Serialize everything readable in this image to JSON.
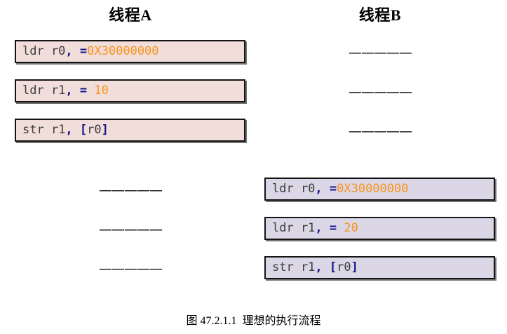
{
  "figure": {
    "caption": "图 47.2.1.1  理想的执行流程",
    "background": "#ffffff"
  },
  "colors": {
    "thread_a_box": "#f1ddd9",
    "thread_b_box": "#dcd7e6",
    "box_border": "#141414",
    "code_text": "#3d3d3d",
    "punctuation": "#14148c",
    "number": "#f7941e",
    "dash": "#111111"
  },
  "columns": [
    {
      "id": "thread-a",
      "header": "线程A"
    },
    {
      "id": "thread-b",
      "header": "线程B"
    }
  ],
  "dash_placeholder": "—————",
  "rows": [
    {
      "index": 0,
      "left": {
        "kind": "code",
        "text": "ldr r0, =0X30000000",
        "tokens": [
          {
            "t": "ldr r0",
            "c": "mnemonic"
          },
          {
            "t": ",",
            "c": "punct"
          },
          {
            "t": " ",
            "c": "mnemonic"
          },
          {
            "t": "=",
            "c": "eq"
          },
          {
            "t": "0X30000000",
            "c": "num"
          }
        ]
      },
      "right": {
        "kind": "dash",
        "text": "—————"
      }
    },
    {
      "index": 1,
      "left": {
        "kind": "code",
        "text": "ldr r1, = 10",
        "tokens": [
          {
            "t": "ldr r1",
            "c": "mnemonic"
          },
          {
            "t": ",",
            "c": "punct"
          },
          {
            "t": " ",
            "c": "mnemonic"
          },
          {
            "t": "=",
            "c": "eq"
          },
          {
            "t": " ",
            "c": "mnemonic"
          },
          {
            "t": "10",
            "c": "num"
          }
        ]
      },
      "right": {
        "kind": "dash",
        "text": "—————"
      }
    },
    {
      "index": 2,
      "left": {
        "kind": "code",
        "text": "str r1, [r0]",
        "tokens": [
          {
            "t": "str r1",
            "c": "mnemonic"
          },
          {
            "t": ",",
            "c": "punct"
          },
          {
            "t": " ",
            "c": "mnemonic"
          },
          {
            "t": "[",
            "c": "punct"
          },
          {
            "t": "r0",
            "c": "mnemonic"
          },
          {
            "t": "]",
            "c": "punct"
          }
        ]
      },
      "right": {
        "kind": "dash",
        "text": "—————"
      }
    },
    {
      "index": 3,
      "left": {
        "kind": "dash",
        "text": "—————"
      },
      "right": {
        "kind": "code",
        "text": "ldr r0, =0X30000000",
        "tokens": [
          {
            "t": "ldr r0",
            "c": "mnemonic"
          },
          {
            "t": ",",
            "c": "punct"
          },
          {
            "t": " ",
            "c": "mnemonic"
          },
          {
            "t": "=",
            "c": "eq"
          },
          {
            "t": "0X30000000",
            "c": "num"
          }
        ]
      }
    },
    {
      "index": 4,
      "left": {
        "kind": "dash",
        "text": "—————"
      },
      "right": {
        "kind": "code",
        "text": "ldr r1, = 20",
        "tokens": [
          {
            "t": "ldr r1",
            "c": "mnemonic"
          },
          {
            "t": ",",
            "c": "punct"
          },
          {
            "t": " ",
            "c": "mnemonic"
          },
          {
            "t": "=",
            "c": "eq"
          },
          {
            "t": " ",
            "c": "mnemonic"
          },
          {
            "t": "20",
            "c": "num"
          }
        ]
      }
    },
    {
      "index": 5,
      "left": {
        "kind": "dash",
        "text": "—————"
      },
      "right": {
        "kind": "code",
        "text": "str r1, [r0]",
        "tokens": [
          {
            "t": "str r1",
            "c": "mnemonic"
          },
          {
            "t": ",",
            "c": "punct"
          },
          {
            "t": " ",
            "c": "mnemonic"
          },
          {
            "t": "[",
            "c": "punct"
          },
          {
            "t": "r0",
            "c": "mnemonic"
          },
          {
            "t": "]",
            "c": "punct"
          }
        ]
      }
    }
  ]
}
